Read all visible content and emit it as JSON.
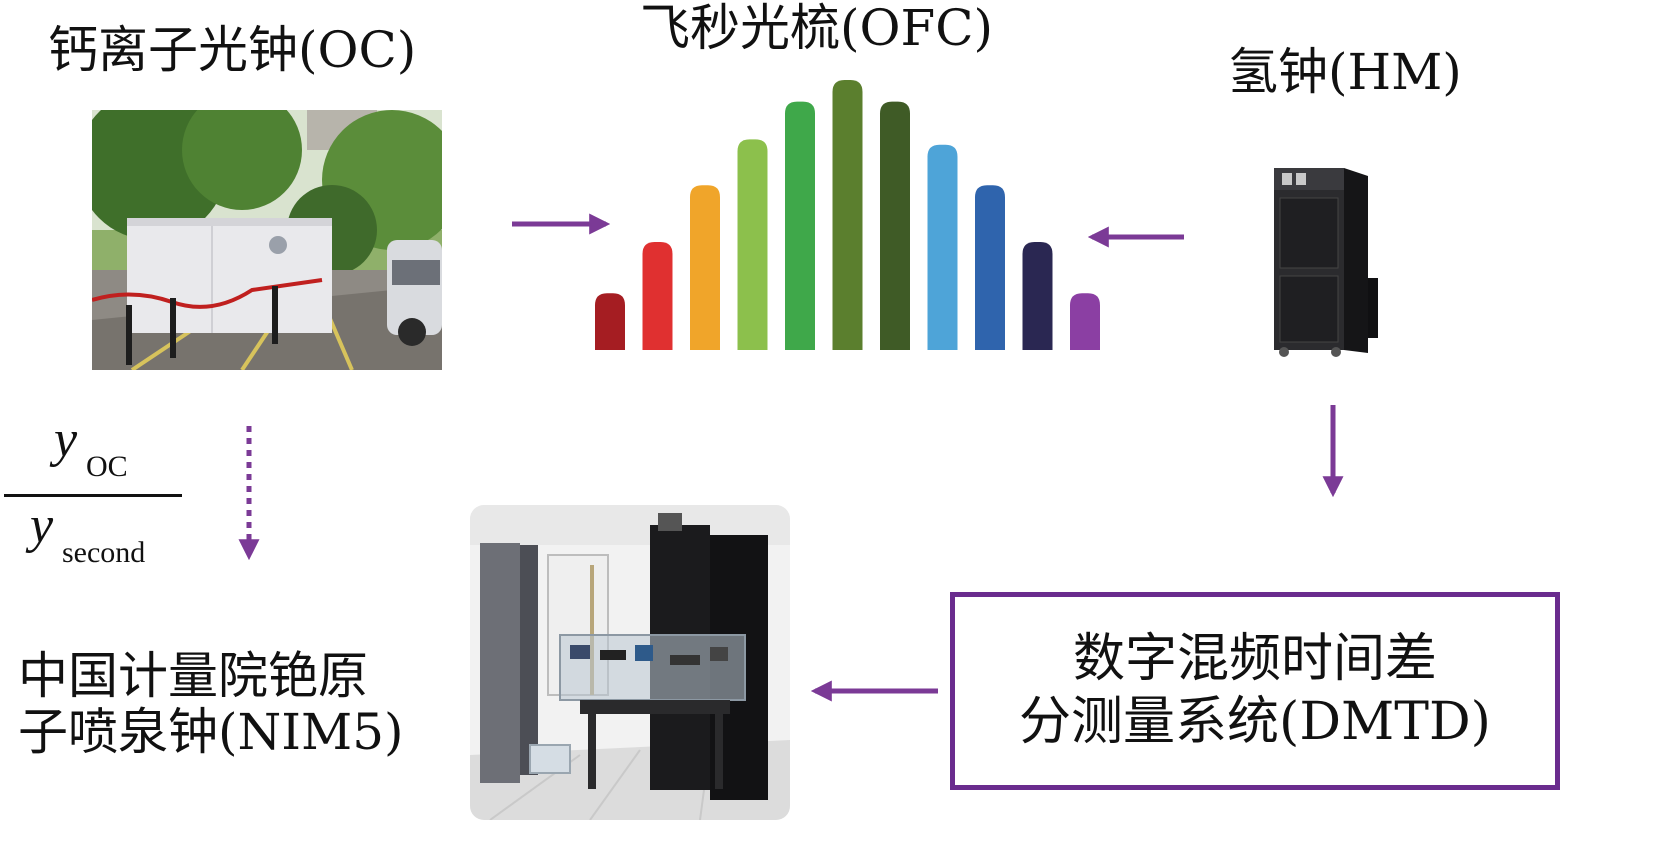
{
  "nodes": {
    "oc_label": "钙离子光钟(OC)",
    "ofc_label": "飞秒光梳(OFC)",
    "hm_label": "氢钟(HM)",
    "nim5_label_line1": "中国计量院铯原",
    "nim5_label_line2": "子喷泉钟(NIM5)",
    "dmtd_label_line1": "数字混频时间差",
    "dmtd_label_line2": "分测量系统(DMTD)"
  },
  "ratio": {
    "numerator_symbol": "y",
    "numerator_subscript": "OC",
    "denominator_symbol": "y",
    "denominator_subscript": "second"
  },
  "comb_bar_levels": [
    0.21,
    0.4,
    0.61,
    0.78,
    0.92,
    1.0,
    0.92,
    0.76,
    0.61,
    0.4,
    0.21
  ],
  "colors": {
    "arrow": "#7b3a96",
    "box_border": "#6a2c8e",
    "comb": [
      "#a51d22",
      "#e03030",
      "#f0a52a",
      "#8cc04c",
      "#3fa84a",
      "#5b7f2e",
      "#3f5b26",
      "#4ea4d8",
      "#2f64ad",
      "#2a2752",
      "#8b3fa3"
    ]
  },
  "arrows": [
    {
      "from": "oc",
      "to": "ofc",
      "style": "solid"
    },
    {
      "from": "hm",
      "to": "ofc",
      "style": "solid"
    },
    {
      "from": "hm",
      "to": "dmtd",
      "style": "solid"
    },
    {
      "from": "dmtd",
      "to": "nim5",
      "style": "solid"
    },
    {
      "from": "oc",
      "to": "nim5",
      "style": "dashed"
    }
  ],
  "icons": {
    "oc_photo": "optical-clock-trailer-photo",
    "hm_photo": "hydrogen-maser-cabinet",
    "nim5_photo": "fountain-clock-lab-photo"
  }
}
